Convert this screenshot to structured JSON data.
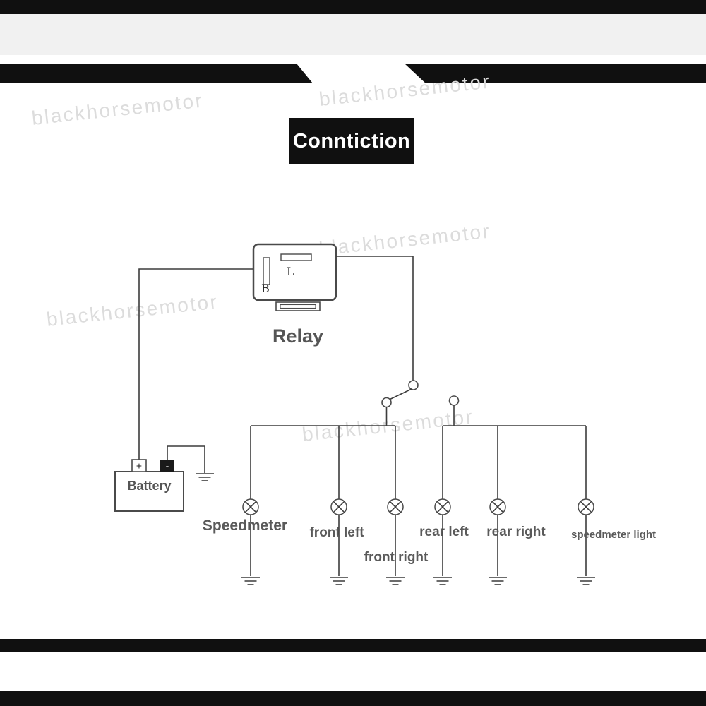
{
  "header": {
    "title": "Conntiction"
  },
  "watermark": {
    "text": "blackhorsemotor"
  },
  "diagram": {
    "relay": {
      "label": "Relay",
      "pin_b": "B",
      "pin_l": "L"
    },
    "battery": {
      "label": "Battery",
      "positive_terminal": "+",
      "negative_terminal": "-"
    },
    "lamps": [
      {
        "label": "Speedmeter"
      },
      {
        "label": "front left"
      },
      {
        "label": "front right"
      },
      {
        "label": "rear left"
      },
      {
        "label": "rear right"
      },
      {
        "label": "speedmeter light"
      }
    ],
    "icons": {
      "lamp": "circle-with-x",
      "ground": "three-stacked-lines",
      "switch": "open-lever-two-terminals"
    }
  },
  "colors": {
    "bar_black": "#101010",
    "title_bg": "#101010",
    "title_text": "#ffffff",
    "wire": "#3c3c3c",
    "label_gray": "#5a5a5a",
    "watermark_gray": "#dcdcdc",
    "band_gray": "#f1f1f1"
  }
}
